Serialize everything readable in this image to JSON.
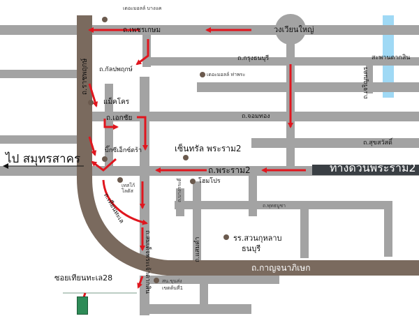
{
  "colors": {
    "road": "#a3a3a3",
    "main_road": "#7a6a5e",
    "river": "#9fd9f5",
    "route_arrow": "#e0161e",
    "expressway": "#3a3f44",
    "destination": "#2e8b57",
    "pin": "#6b5a4e"
  },
  "labels": {
    "lotus_bangkae": "เดอะมอลล์ บางแค",
    "phet_kasem": "ถ.เพชรเกษม",
    "wongwian_yai": "วงเวียนใหญ่",
    "krung_thonburi": "ถ.กรุงธนบุรี",
    "taksin_bridge": "สะพานตากสิน",
    "kanlapaphruek": "ถ.กัลปพฤกษ์",
    "mall_thapra": "เดอะมอลล์ ท่าพระ",
    "ratchaphruek": "ถ.ราชพฤกษ์",
    "charoen_nakhon": "ถ.เจริญนคร",
    "makro": "แม็คโคร",
    "ekkachai": "ถ.เอกชัย",
    "chom_thong": "ถ.จอมทอง",
    "suksawat": "ถ.สุขสวัสดิ์",
    "big_c": "บิ๊กซีเอ็กซ์ตร้า",
    "central_rama2": "เซ็นทรัล พระราม2",
    "to_samut_sakhon": "ไป สมุทรสาคร",
    "rama2_road": "ถ.พระราม2",
    "expressway_rama2": "ทางด่วนพระราม2",
    "tesco_lotus": "เทสโก้ โลตัส",
    "homepro": "โฮมโปร",
    "thian_thale": "ถ.เทียนทะเล",
    "bang_kradi": "ถ.บางกระดี่",
    "somdet_soi": "ถ.สมเด็จพระเจ้าตากสิน",
    "phutthabucha": "ถ.พุทธบูชา",
    "saeng_saeng": "ถ.แสมดำ",
    "suan_kularb": "รร.สวนกุหลาบ",
    "suan_kularb_2": "ธนบุรี",
    "kanchanaphisek": "ถ.กาญจนาภิเษก",
    "soi_thian_thale_28": "ซอยเทียนทะเล28",
    "police_station": "สน.ขุนส่ง",
    "police_station_2": "เขตต้นที่1"
  }
}
